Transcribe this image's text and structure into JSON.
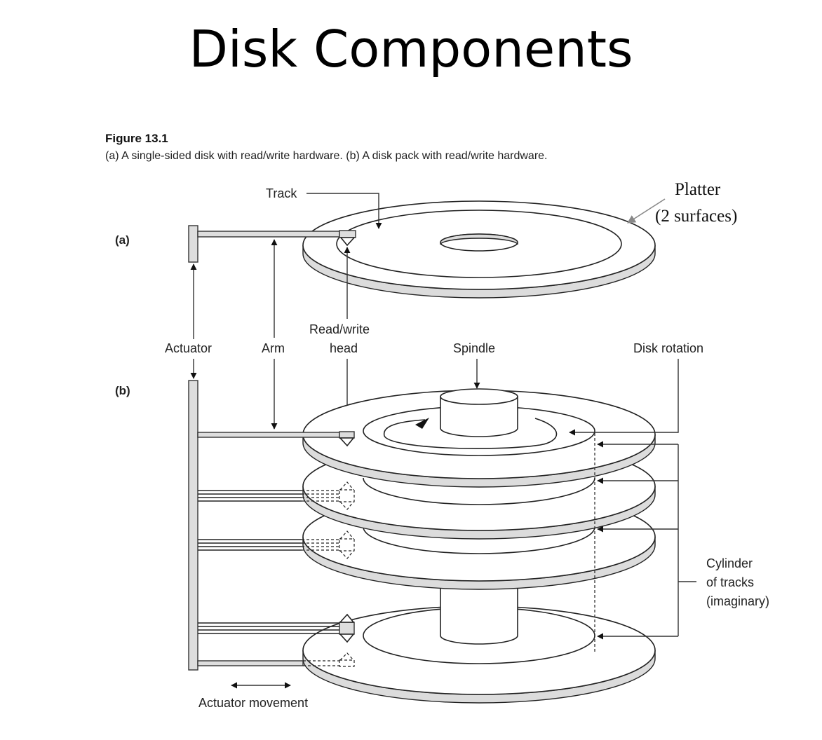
{
  "slide": {
    "title": "Disk Components"
  },
  "figure": {
    "label": "Figure 13.1",
    "caption": "(a) A single-sided disk with read/write hardware. (b) A disk pack with read/write hardware."
  },
  "diagram": {
    "part_labels": {
      "a": "(a)",
      "b": "(b)"
    },
    "labels": {
      "track": "Track",
      "platter_line1": "Platter",
      "platter_line2": "(2 surfaces)",
      "read_write_line1": "Read/write",
      "read_write_line2": "head",
      "actuator": "Actuator",
      "arm": "Arm",
      "spindle": "Spindle",
      "disk_rotation": "Disk rotation",
      "cylinder_line1": "Cylinder",
      "cylinder_line2": "of tracks",
      "cylinder_line3": "(imaginary)",
      "actuator_movement": "Actuator movement"
    },
    "colors": {
      "line": "#222222",
      "platter_edge": "#dcdcdc",
      "platter_arrow": "#888888"
    },
    "disk_pack_platters": 4
  }
}
